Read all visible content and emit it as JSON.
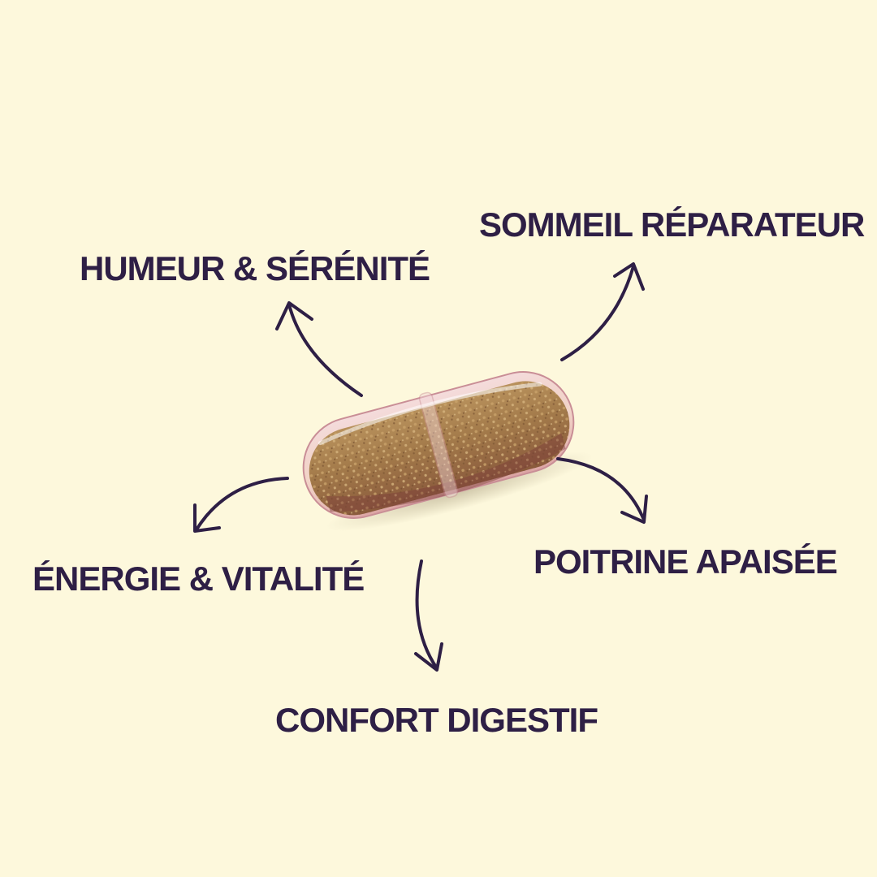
{
  "colors": {
    "background": "#fdf8dc",
    "text": "#2e1f45",
    "arrow": "#2e1f45"
  },
  "product": {
    "icon": "capsule-icon"
  },
  "benefits": [
    {
      "label": "HUMEUR & SÉRÉNITÉ"
    },
    {
      "label": "SOMMEIL RÉPARATEUR"
    },
    {
      "label": "ÉNERGIE & VITALITÉ"
    },
    {
      "label": "POITRINE APAISÉE"
    },
    {
      "label": "CONFORT DIGESTIF"
    }
  ]
}
